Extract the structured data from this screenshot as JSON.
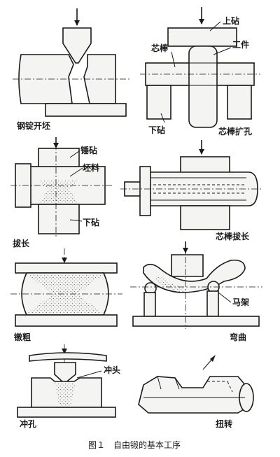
{
  "labels": {
    "p1_name": "钢锭开坯",
    "p2_upper_anvil": "上砧",
    "p2_mandrel": "芯棒",
    "p2_workpiece": "工件",
    "p2_lower_anvil": "下砧",
    "p2_name": "芯棒扩孔",
    "p3_hammer_anvil": "锤砧",
    "p3_billet": "坯料",
    "p3_lower_anvil": "下砧",
    "p3_name": "拔长",
    "p4_name": "芯棒拔长",
    "p5_name": "镦粗",
    "p6_saddle": "马架",
    "p6_name": "弯曲",
    "p7_punch": "冲头",
    "p7_name": "冲孔",
    "p8_name": "扭转"
  },
  "caption": "图１　自由锻的基本工序"
}
